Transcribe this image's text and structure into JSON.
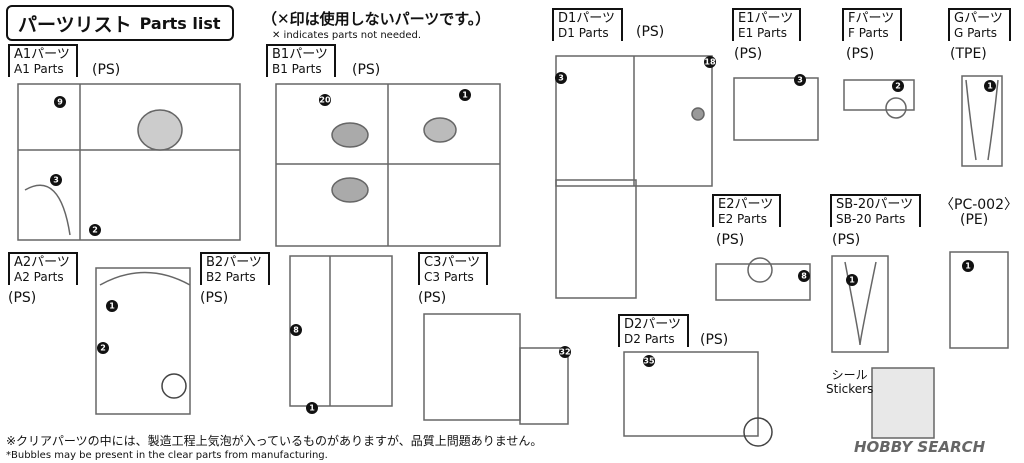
{
  "header": {
    "title_jp": "パーツリスト",
    "title_en": "Parts list",
    "note_jp": "（✕印は使用しないパーツです。）",
    "note_en": "✕ indicates parts not needed."
  },
  "parts": {
    "a1": {
      "jp": "A1パーツ",
      "en": "A1 Parts",
      "mat": "(PS)"
    },
    "b1": {
      "jp": "B1パーツ",
      "en": "B1 Parts",
      "mat": "(PS)"
    },
    "a2": {
      "jp": "A2パーツ",
      "en": "A2 Parts",
      "mat": "(PS)"
    },
    "b2": {
      "jp": "B2パーツ",
      "en": "B2 Parts",
      "mat": "(PS)"
    },
    "c3": {
      "jp": "C3パーツ",
      "en": "C3 Parts",
      "mat": "(PS)"
    },
    "d1": {
      "jp": "D1パーツ",
      "en": "D1 Parts",
      "mat": "(PS)"
    },
    "d2": {
      "jp": "D2パーツ",
      "en": "D2 Parts",
      "mat": "(PS)"
    },
    "e1": {
      "jp": "E1パーツ",
      "en": "E1 Parts",
      "mat": "(PS)"
    },
    "e2": {
      "jp": "E2パーツ",
      "en": "E2 Parts",
      "mat": "(PS)"
    },
    "f": {
      "jp": "Fパーツ",
      "en": "F Parts",
      "mat": "(PS)"
    },
    "g": {
      "jp": "Gパーツ",
      "en": "G Parts",
      "mat": "(TPE)"
    },
    "sb20": {
      "jp": "SB-20パーツ",
      "en": "SB-20 Parts",
      "mat": "(PS)"
    },
    "pc002": {
      "jp": "〈PC-002〉",
      "mat": "(PE)"
    }
  },
  "stickers": {
    "jp": "シール",
    "en": "Stickers"
  },
  "footer": {
    "jp": "※クリアパーツの中には、製造工程上気泡が入っているものがありますが、品質上問題ありません。",
    "en": "*Bubbles may be present in the clear parts from manufacturing."
  },
  "watermark": "HOBBY SEARCH"
}
